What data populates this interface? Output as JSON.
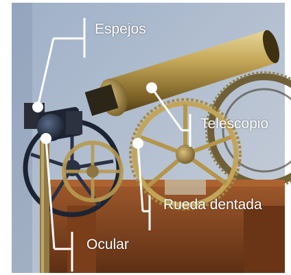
{
  "labels": {
    "espejos": "Espejos",
    "telescopio": "Telescopio",
    "rueda_dentada": "Rueda dentada",
    "ocular": "Ocular"
  },
  "colors": {
    "background": "#ffffff",
    "photo_wall": "#a9b6c8",
    "brass": "#b79a4e",
    "wood": "#8a4a22",
    "callout": "#ffffff"
  }
}
